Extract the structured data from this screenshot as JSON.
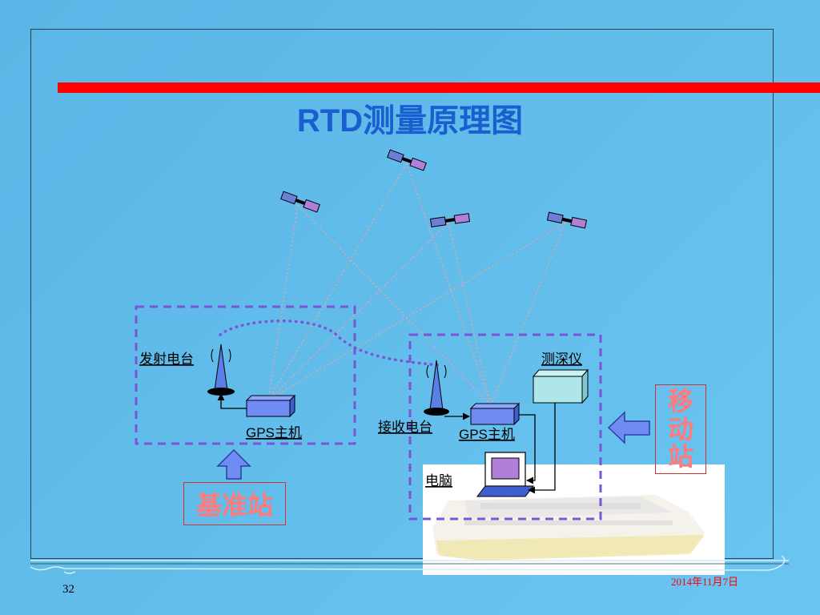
{
  "slide": {
    "title": "RTD测量原理图",
    "page_number": "32",
    "date": "2014年11月7日"
  },
  "diagram": {
    "labels": {
      "transmitter": "发射电台",
      "gps_host_base": "GPS主机",
      "receiver": "接收电台",
      "gps_host_mobile": "GPS主机",
      "depth_sounder": "测深仪",
      "computer": "电脑"
    },
    "stations": {
      "base": "基准站",
      "mobile": [
        "移",
        "动",
        "站"
      ]
    },
    "icons": [
      "satellite-icon",
      "antenna-icon",
      "arrow-up-icon",
      "arrow-left-icon",
      "ship-image"
    ]
  },
  "colors": {
    "title": "#1a5fd0",
    "red_bar": "#ff0000",
    "dashed_box": "#7a55d6",
    "signal_line": "#f4a0a0",
    "gps_box": "#6f8cf5",
    "depth_box": "#aee6ea",
    "station_text": "#ff7a7a",
    "date": "#ff0000"
  }
}
